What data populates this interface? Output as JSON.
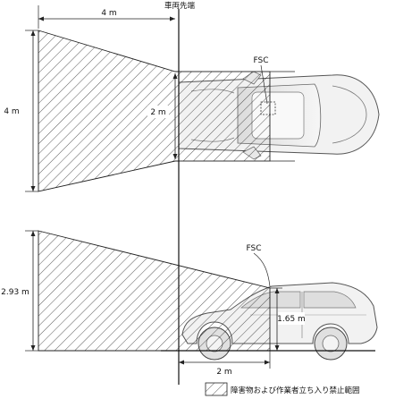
{
  "labels": {
    "vehicle_front_end": "車両先端",
    "top_width": "4 m",
    "top_height": "4 m",
    "top_inner_width": "2 m",
    "top_sensor": "FSC",
    "side_height": "2.93 m",
    "side_sensor": "FSC",
    "side_vehicle_height": "1.65 m",
    "side_bottom_width": "2 m",
    "legend": "障害物および作業者立ち入り禁止範囲"
  },
  "colors": {
    "hatch": "#222222",
    "vehicle_fill": "#f2f2f2",
    "vehicle_stroke": "#555555",
    "line": "#111111",
    "background": "#ffffff"
  },
  "icons": {
    "legend_swatch": "hatched-square-icon"
  }
}
